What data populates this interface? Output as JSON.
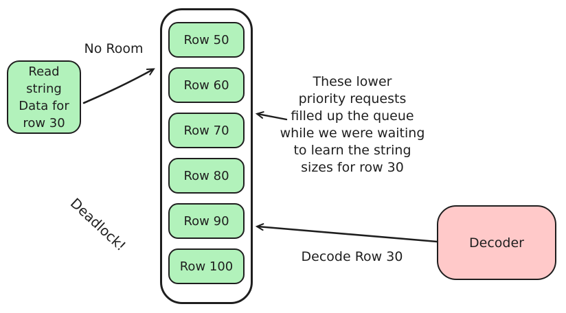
{
  "colors": {
    "queue_item_fill": "#b2f2bb",
    "decoder_fill": "#ffc9c9",
    "stroke": "#1e1e1e",
    "background": "#ffffff"
  },
  "request_box": {
    "lines": [
      "Read",
      "string",
      "Data for",
      "row 30"
    ]
  },
  "labels": {
    "no_room": "No Room",
    "deadlock": "Deadlock!",
    "decode": "Decode Row 30"
  },
  "queue": {
    "rows": [
      "Row 50",
      "Row 60",
      "Row 70",
      "Row 80",
      "Row 90",
      "Row 100"
    ]
  },
  "annotation": {
    "lines": [
      "These lower",
      "priority requests",
      "filled up the queue",
      "while we were waiting",
      "to learn the string",
      "sizes for row 30"
    ]
  },
  "decoder_box": {
    "label": "Decoder"
  }
}
